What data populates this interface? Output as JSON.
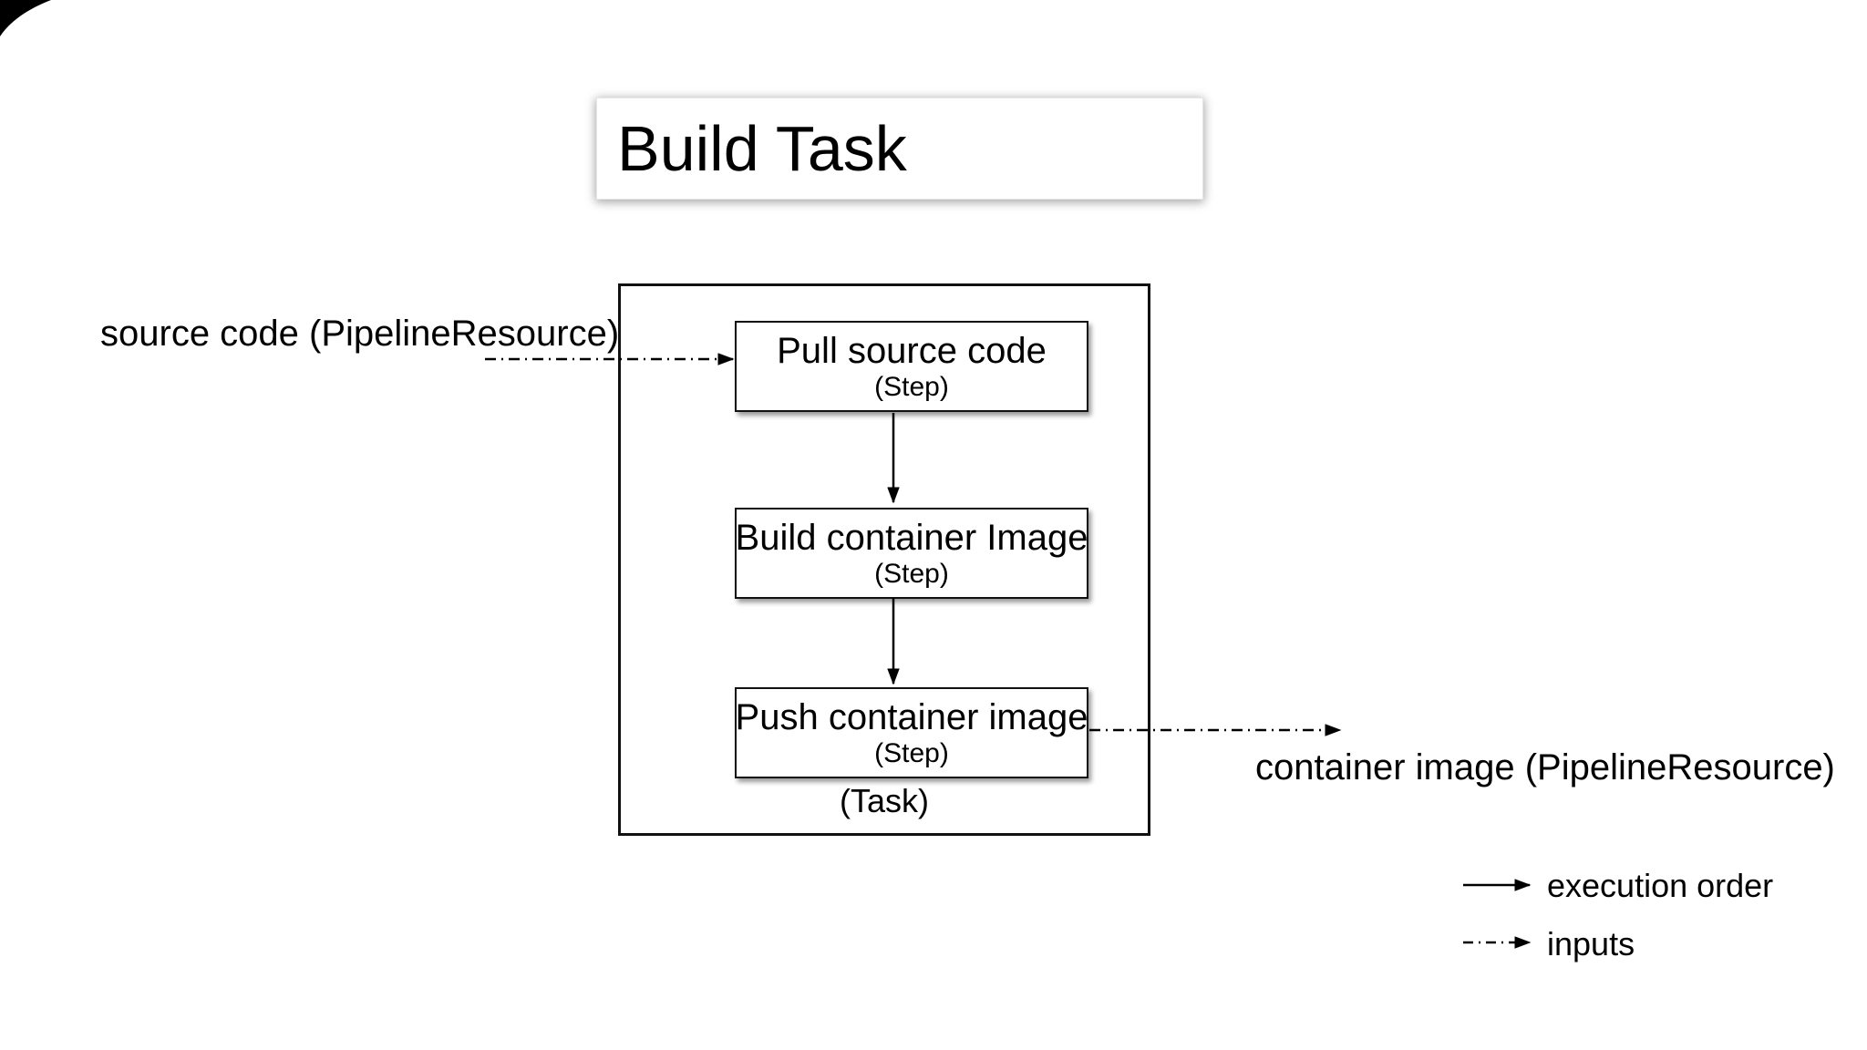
{
  "canvas": {
    "background": "#ffffff",
    "ink": "#000000",
    "box_border": "#111111",
    "shadow": "rgba(0,0,0,0.40)"
  },
  "title": {
    "label": "Build Task"
  },
  "task": {
    "label": "(Task)",
    "steps": [
      {
        "name": "Pull source code",
        "type_label": "(Step)"
      },
      {
        "name": "Build container Image",
        "type_label": "(Step)"
      },
      {
        "name": "Push container image",
        "type_label": "(Step)"
      }
    ]
  },
  "io": {
    "input_label": "source code (PipelineResource)",
    "output_label": "container image (PipelineResource)"
  },
  "legend": {
    "items": [
      {
        "style": "solid",
        "label": "execution order"
      },
      {
        "style": "dashdot",
        "label": "inputs"
      }
    ]
  }
}
